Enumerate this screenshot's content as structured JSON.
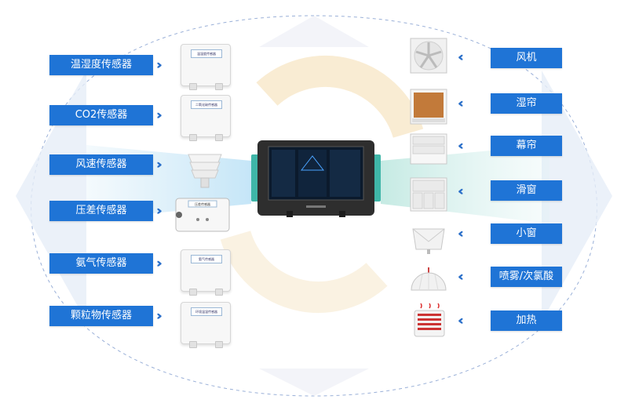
{
  "left_sensors": [
    {
      "label": "温湿度传感器",
      "device_tag": "温湿度传感器"
    },
    {
      "label": "CO2传感器",
      "device_tag": "二氧化碳传感器"
    },
    {
      "label": "风速传感器",
      "device_tag": ""
    },
    {
      "label": "压差传感器",
      "device_tag": "压差传感器"
    },
    {
      "label": "氨气传感器",
      "device_tag": "氨气传感器"
    },
    {
      "label": "颗粒物传感器",
      "device_tag": "环境温湿传感器"
    }
  ],
  "right_devices": [
    {
      "label": "风机",
      "icon": "fan-icon"
    },
    {
      "label": "湿帘",
      "icon": "wet-curtain-icon"
    },
    {
      "label": "幕帘",
      "icon": "curtain-icon"
    },
    {
      "label": "滑窗",
      "icon": "sliding-window-icon"
    },
    {
      "label": "小窗",
      "icon": "small-window-icon"
    },
    {
      "label": "喷雾/次氯酸",
      "icon": "sprayer-icon"
    },
    {
      "label": "加热",
      "icon": "heater-icon"
    }
  ],
  "colors": {
    "label_bg": "#1f74d6",
    "chevron": "#2a6fc9",
    "controller_body": "#2e2e2e",
    "controller_accent": "#3fb6a8"
  }
}
